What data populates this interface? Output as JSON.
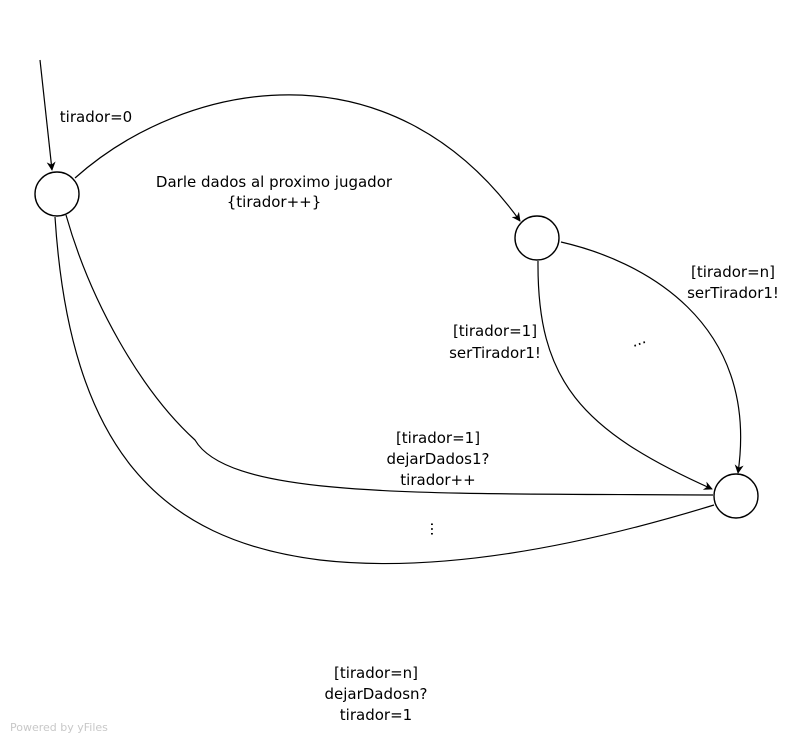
{
  "diagram": {
    "nodes": [
      {
        "id": "s0"
      },
      {
        "id": "s1"
      },
      {
        "id": "s2"
      }
    ],
    "edges": [
      {
        "id": "initial",
        "to": "s0",
        "lines": [
          "tirador=0"
        ]
      },
      {
        "id": "s0-s1",
        "from": "s0",
        "to": "s1",
        "lines": [
          "Darle dados al proximo jugador",
          "{tirador++}"
        ]
      },
      {
        "id": "s1-s2-one",
        "from": "s1",
        "to": "s2",
        "lines": [
          "[tirador=1]",
          "serTirador1!"
        ]
      },
      {
        "id": "s1-s2-n",
        "from": "s1",
        "to": "s2",
        "lines": [
          "[tirador=n]",
          "serTirador1!"
        ]
      },
      {
        "id": "s2-s0-one",
        "from": "s2",
        "to": "s0",
        "lines": [
          "[tirador=1]",
          "dejarDados1?",
          "tirador++"
        ]
      },
      {
        "id": "s2-s0-n",
        "from": "s2",
        "to": "s0",
        "lines": [
          "[tirador=n]",
          "dejarDadosn?",
          "tirador=1"
        ]
      }
    ],
    "ellipses": [
      "...",
      "..."
    ],
    "watermark": "Powered by yFiles"
  }
}
